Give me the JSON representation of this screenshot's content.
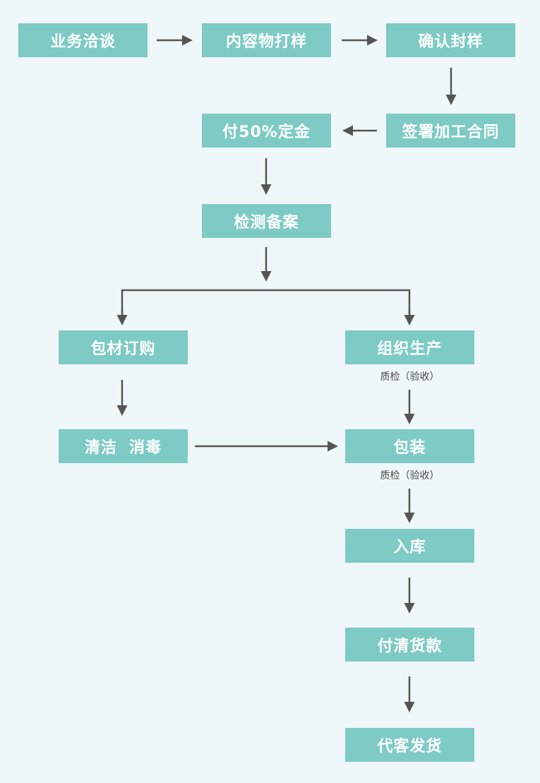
{
  "colors": {
    "box_fill": "#7ecac5",
    "box_text": "#ffffff",
    "arrow": "#555555",
    "note_text": "#4a4a4a",
    "background": "#f0f7fa"
  },
  "steps": {
    "business_negotiation": "业务洽谈",
    "content_sampling": "内容物打样",
    "confirm_sealed_sample": "确认封样",
    "sign_processing_contract": "签署加工合同",
    "pay_deposit": "付50%定金",
    "testing_filing": "检测备案",
    "packaging_material_purchase": "包材订购",
    "organize_production": "组织生产",
    "cleaning_disinfection": "清洁  消毒",
    "packaging": "包装",
    "warehousing": "入库",
    "pay_balance": "付清货款",
    "ship_for_client": "代客发货"
  },
  "notes": {
    "qc_after_production": "质检（验收）",
    "qc_after_packaging": "质检（验收）"
  }
}
